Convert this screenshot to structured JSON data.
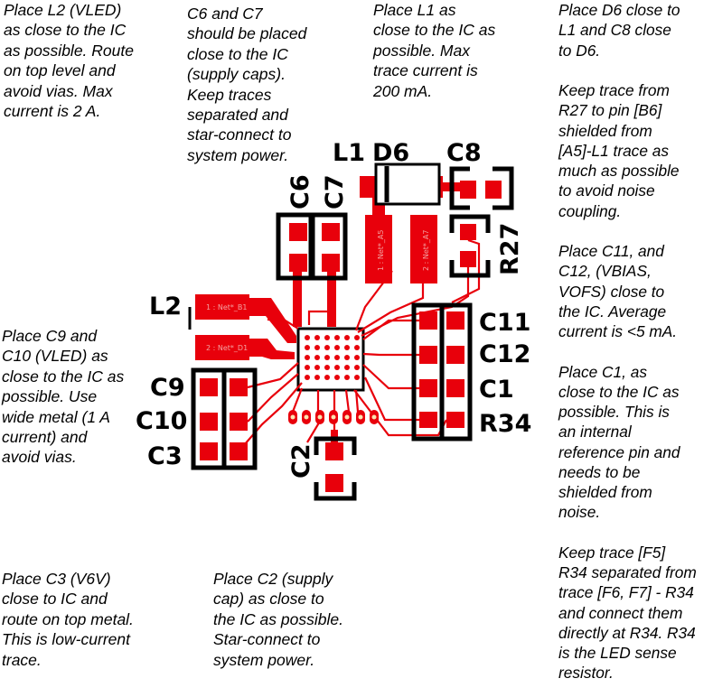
{
  "notes": {
    "l2": "Place L2 (VLED)\nas close to the IC\nas possible. Route\non top level and\navoid vias. Max\ncurrent is 2 A.",
    "c6c7": "C6 and C7\nshould be placed\nclose to the IC\n(supply caps).\nKeep traces\nseparated and\nstar-connect to\nsystem power.",
    "l1": "Place L1 as\nclose to the IC as\npossible. Max\ntrace current is\n200 mA.",
    "right": "Place D6 close to\nL1 and C8 close\nto D6.\n\nKeep trace from\nR27 to pin [B6]\nshielded from\n[A5]-L1 trace as\nmuch as possible\nto avoid noise\ncoupling.\n\nPlace C11, and\nC12, (VBIAS,\nVOFS) close to\nthe IC. Average\ncurrent is <5 mA.\n\nPlace C1, as\nclose to the IC as\npossible. This is\nan internal\nreference pin and\nneeds to be\nshielded from\nnoise.\n\nKeep trace [F5]\nR34 separated from\ntrace [F6, F7] - R34\nand connect them\ndirectly at R34. R34\nis the LED sense\nresistor.",
    "c9c10": "Place C9 and\nC10 (VLED) as\nclose to the IC as\npossible. Use\nwide metal (1 A\ncurrent) and\navoid vias.",
    "c3": "Place C3 (V6V)\nclose to IC and\nroute on top metal.\nThis is low-current\ntrace.",
    "c2": "Place C2 (supply\ncap) as close to\nthe IC as possible.\nStar-connect to\nsystem power."
  },
  "designators": {
    "L1": "L1",
    "D6": "D6",
    "C8": "C8",
    "C6": "C6",
    "C7": "C7",
    "R27": "R27",
    "L2": "L2",
    "C11": "C11",
    "C12": "C12",
    "C1": "C1",
    "R34": "R34",
    "C9": "C9",
    "C10": "C10",
    "C3": "C3",
    "C2": "C2"
  },
  "net_labels": {
    "l2_pad1": "1 : Net*_B1",
    "l2_pad2": "2 : Net*_D1",
    "l1_pad1": "1 : Net*_A5",
    "l1_pad2": "2 : Net*_A7"
  },
  "colors": {
    "copper": "#e8000b",
    "silkscreen": "#000000",
    "background": "#ffffff"
  }
}
